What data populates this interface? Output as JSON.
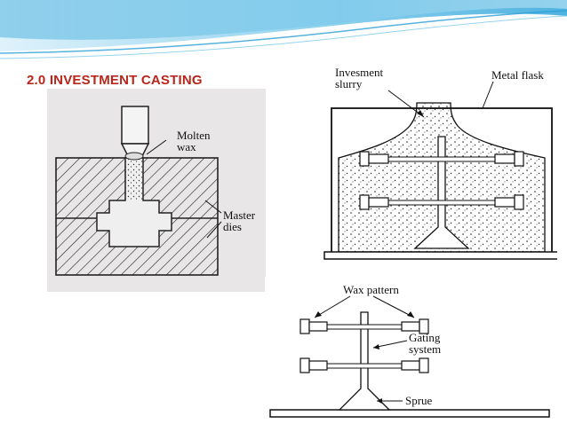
{
  "slide": {
    "title": "2.0 INVESTMENT CASTING",
    "title_color": "#b8251b",
    "banner_colors": [
      "#4fb3e0",
      "#9ad6f0",
      "#dff2fb"
    ]
  },
  "figure1": {
    "labels": {
      "molten": "Molten",
      "wax": "wax",
      "master": "Master",
      "dies": "dies"
    }
  },
  "figure2": {
    "labels": {
      "invesment": "Invesment",
      "slurry": "slurry",
      "metal_flask": "Metal flask"
    }
  },
  "figure3": {
    "labels": {
      "wax_pattern": "Wax pattern",
      "gating": "Gating",
      "system": "system",
      "sprue": "Sprue"
    }
  }
}
